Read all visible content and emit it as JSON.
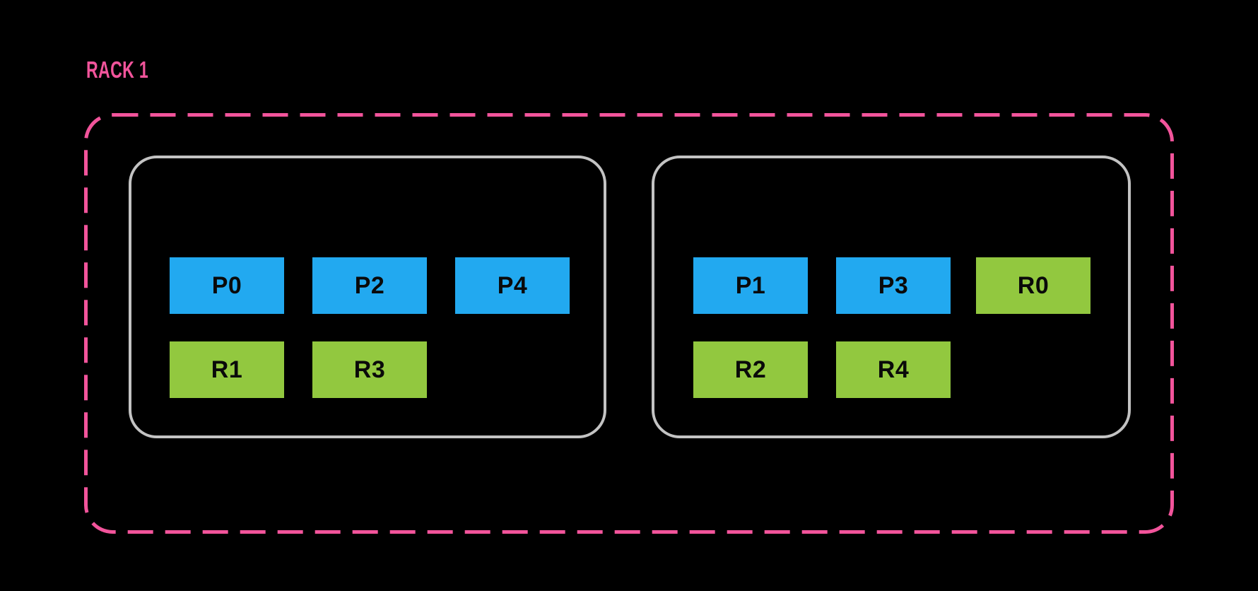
{
  "rack": {
    "label": "RACK 1",
    "hosts": [
      {
        "top_row": [
          {
            "label": "P0",
            "type": "partition"
          },
          {
            "label": "P2",
            "type": "partition"
          },
          {
            "label": "P4",
            "type": "partition"
          }
        ],
        "bottom_row": [
          {
            "label": "R1",
            "type": "replica"
          },
          {
            "label": "R3",
            "type": "replica"
          }
        ]
      },
      {
        "top_row": [
          {
            "label": "P1",
            "type": "partition"
          },
          {
            "label": "P3",
            "type": "partition"
          },
          {
            "label": "R0",
            "type": "replica"
          }
        ],
        "bottom_row": [
          {
            "label": "R2",
            "type": "replica"
          },
          {
            "label": "R4",
            "type": "replica"
          }
        ]
      }
    ]
  },
  "colors": {
    "background": "#000000",
    "rack_accent": "#F2549B",
    "host_border": "#C3C3C3",
    "partition_fill": "#22A9F0",
    "replica_fill": "#92C83F",
    "node_text": "#0A0A0A"
  }
}
